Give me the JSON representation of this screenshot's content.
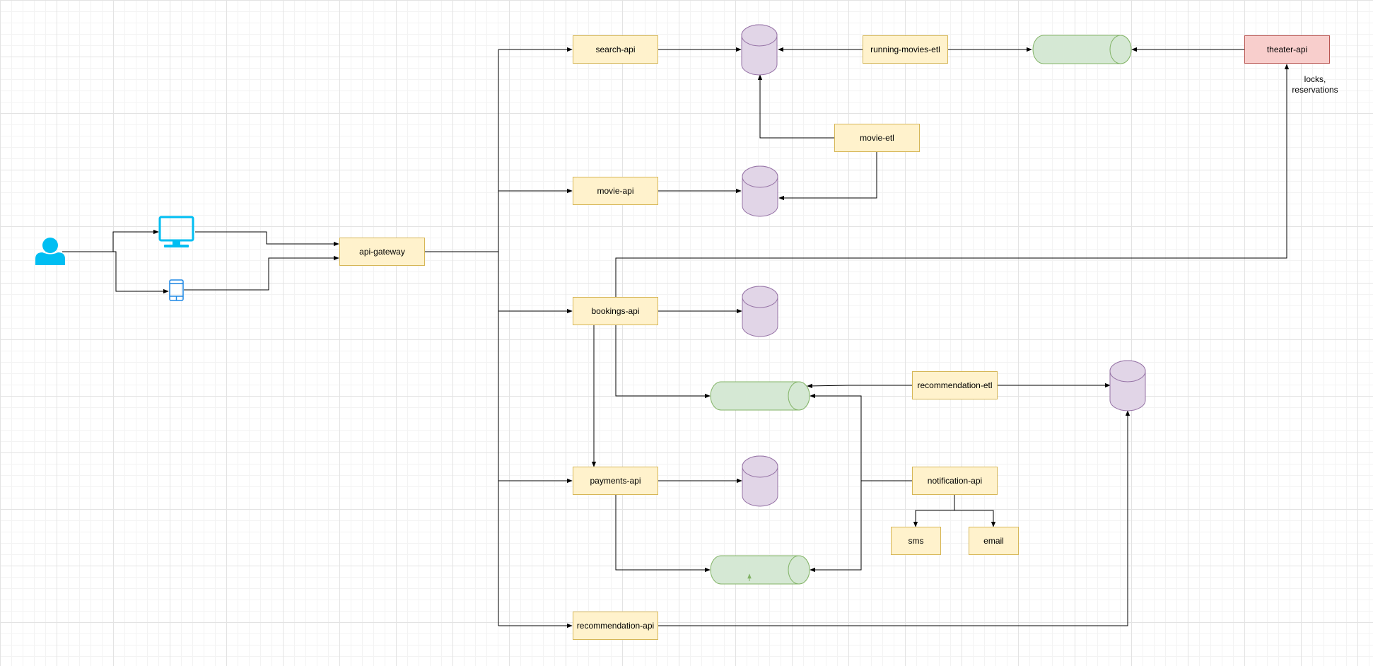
{
  "nodes": {
    "api_gateway": "api-gateway",
    "search_api": "search-api",
    "movie_api": "movie-api",
    "bookings_api": "bookings-api",
    "payments_api": "payments-api",
    "recommendation_api": "recommendation-api",
    "running_movies_etl": "running-movies-etl",
    "movie_etl": "movie-etl",
    "theater_api": "theater-api",
    "recommendation_etl": "recommendation-etl",
    "notification_api": "notification-api",
    "sms": "sms",
    "email": "email"
  },
  "annotations": {
    "theater_note_line1": "locks,",
    "theater_note_line2": "reservations"
  },
  "icons": {
    "user": "user-icon",
    "desktop": "desktop-monitor-icon",
    "mobile": "mobile-phone-icon",
    "database": "database-cylinder-icon",
    "queue": "queue-cylinder-icon"
  },
  "colors": {
    "service_fill": "#fff2cc",
    "service_stroke": "#d6b656",
    "external_fill": "#f8cecc",
    "external_stroke": "#b85450",
    "database_fill": "#e1d5e7",
    "database_stroke": "#9673a6",
    "queue_fill": "#d5e8d4",
    "queue_stroke": "#82b366",
    "user_icon": "#00bef2",
    "mobile_icon": "#1e88e5"
  }
}
